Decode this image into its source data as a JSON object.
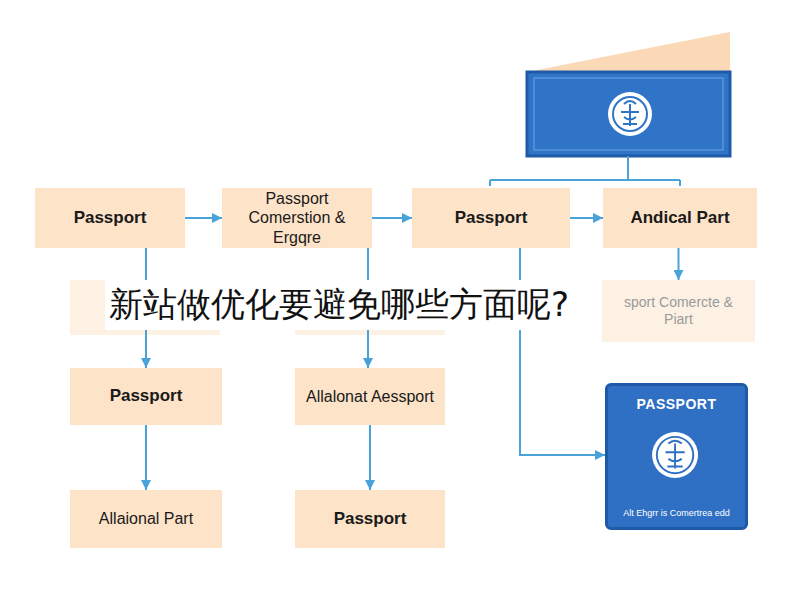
{
  "diagram": {
    "title": "新站做优化要避免哪些方面呢?",
    "nodes": [
      {
        "text": [
          "Passport"
        ]
      },
      {
        "text": [
          "Passport Comerstion & Ergqre"
        ]
      },
      {
        "text": [
          "Passport"
        ]
      },
      {
        "text": [
          "Andical Part"
        ]
      },
      {
        "text": [
          "sport Comercte & Piart"
        ]
      },
      {
        "text": [
          "Passport"
        ]
      },
      {
        "text": [
          "Allalonat Aessport"
        ]
      },
      {
        "text": [
          "PASSPORT",
          "Alt Ehgrr is Comertrea edd"
        ]
      },
      {
        "text": [
          "Allaional Part"
        ]
      },
      {
        "text": [
          "Passport"
        ]
      }
    ],
    "edges": [
      {
        "from": 0,
        "to": 1,
        "arrow": "to"
      },
      {
        "from": 1,
        "to": 2,
        "arrow": "to"
      },
      {
        "from": 2,
        "to": 3,
        "arrow": "to"
      },
      {
        "from": 3,
        "to": 4,
        "arrow": "to"
      },
      {
        "from": 0,
        "to": 5,
        "arrow": "to"
      },
      {
        "from": 1,
        "to": 6,
        "arrow": "to"
      },
      {
        "from": 2,
        "to": 7,
        "arrow": "to"
      },
      {
        "from": 5,
        "to": 8,
        "arrow": "to"
      },
      {
        "from": 6,
        "to": 9,
        "arrow": "to"
      }
    ]
  }
}
